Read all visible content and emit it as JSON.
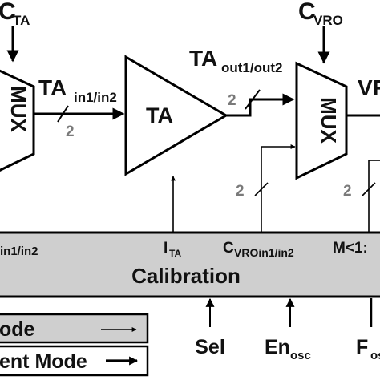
{
  "colors": {
    "block_fill": "#ffffff",
    "bus_fill": "#cfcfcf",
    "legend_fill": "#cfcfcf",
    "line": "#000000",
    "bus_width_text": "#7a7a7a"
  },
  "blocks": {
    "mux_left": {
      "label": "MUX",
      "control_main": "C",
      "control_sub": "TA"
    },
    "ta": {
      "label": "TA"
    },
    "mux_right": {
      "label": "MUX",
      "control_main": "C",
      "control_sub": "VRO"
    }
  },
  "signals": {
    "ta_in": {
      "main": "TA",
      "sub": "in1/in2",
      "width": "2"
    },
    "ta_out": {
      "main": "TA",
      "sub": "out1/out2",
      "width": "2"
    },
    "vro_out": {
      "main": "VR"
    },
    "cal_vro_width": "2",
    "cal_m_width": "2"
  },
  "calibration": {
    "label": "Calibration",
    "port_left_sub": "in1/in2",
    "port_ita_main": "I",
    "port_ita_sub": "TA",
    "port_cvro_main": "C",
    "port_cvro_sub": "VROin1/in2",
    "port_m": "M<1:"
  },
  "inputs": {
    "sel": {
      "label": "Sel"
    },
    "en": {
      "main": "En",
      "sub": "osc"
    },
    "f": {
      "main": "F",
      "sub": "osc"
    }
  },
  "legend": {
    "row1": "ode",
    "row2": "ent Mode"
  }
}
